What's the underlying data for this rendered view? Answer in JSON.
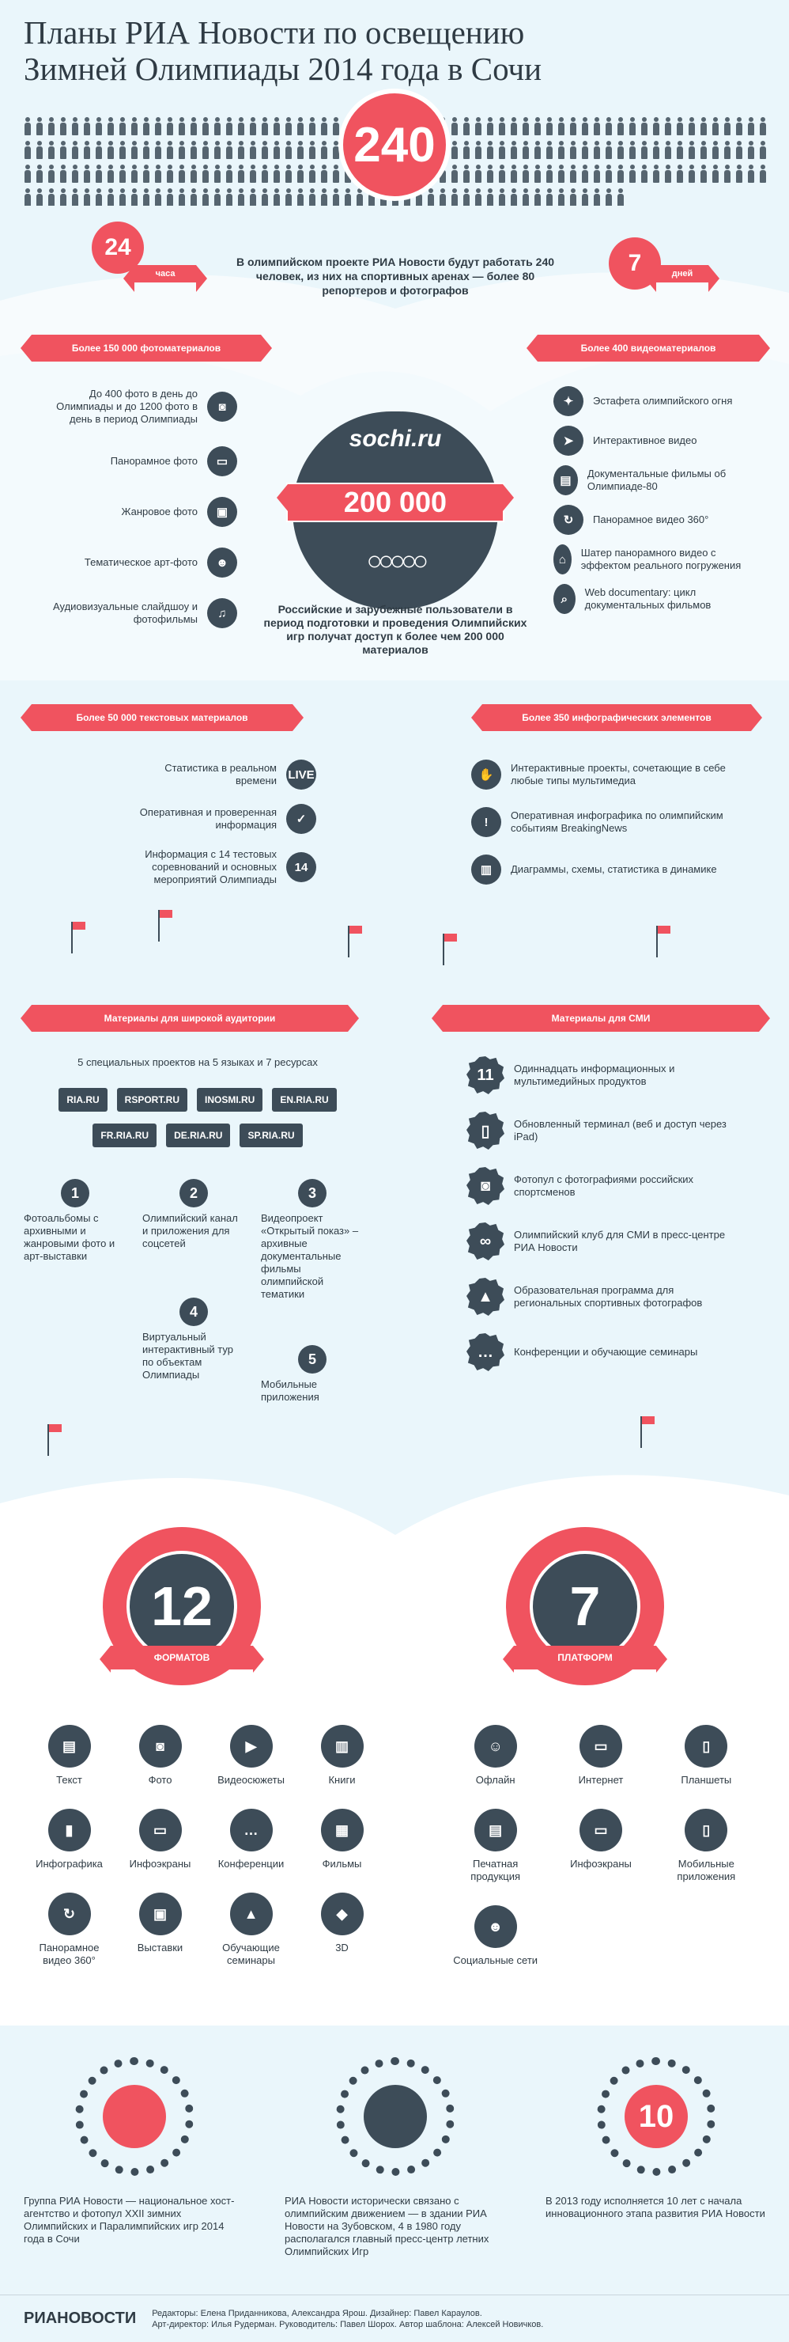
{
  "title_line1": "Планы РИА Новости по освещению",
  "title_line2": "Зимней Олимпиады 2014 года в Сочи",
  "staff": {
    "number": "240",
    "days_number": "24",
    "days_label": "часа",
    "period_number": "7",
    "period_label": "дней",
    "text": "В олимпийском проекте РИА Новости будут работать 240 человек, из них на спортивных аренах — более 80 репортеров и фотографов"
  },
  "photo": {
    "banner": "Более 150 000 фотоматериалов",
    "items": [
      {
        "label": "До 400 фото в день до Олимпиады и до 1200 фото в день в период Олимпиады",
        "icon": "camera-icon",
        "glyph": "◙"
      },
      {
        "label": "Панорамное фото",
        "icon": "panorama-icon",
        "glyph": "▭"
      },
      {
        "label": "Жанровое фото",
        "icon": "picture-icon",
        "glyph": "▣"
      },
      {
        "label": "Тематическое арт-фото",
        "icon": "portrait-icon",
        "glyph": "☻"
      },
      {
        "label": "Аудиовизуальные слайдшоу и фотофильмы",
        "icon": "music-icon",
        "glyph": "♫"
      }
    ]
  },
  "video": {
    "banner": "Более 400 видеоматериалов",
    "items": [
      {
        "label": "Эстафета олимпийского огня",
        "icon": "runner-icon",
        "glyph": "✦"
      },
      {
        "label": "Интерактивное видео",
        "icon": "cursor-icon",
        "glyph": "➤"
      },
      {
        "label": "Документальные фильмы об Олимпиаде-80",
        "icon": "film-icon",
        "glyph": "▤"
      },
      {
        "label": "Панорамное видео 360°",
        "icon": "rotate-icon",
        "glyph": "↻"
      },
      {
        "label": "Шатер панорамного видео с эффектом реального погружения",
        "icon": "tent-icon",
        "glyph": "⌂"
      },
      {
        "label": "Web documentary: цикл документальных фильмов",
        "icon": "search-icon",
        "glyph": "⌕"
      }
    ]
  },
  "center": {
    "logo": "sochi.ru",
    "number": "200 000",
    "text": "Российские и зарубежные пользователи в период подготовки и проведения Олимпийских игр получат доступ к более чем 200 000 материалов"
  },
  "text_materials": {
    "banner": "Более 50 000 текстовых материалов",
    "items": [
      {
        "label": "Статистика в реальном времени",
        "glyph": "LIVE",
        "icon": "live-icon"
      },
      {
        "label": "Оперативная и проверенная информация",
        "glyph": "✓",
        "icon": "check-icon"
      },
      {
        "label": "Информация с 14 тестовых соревнований и основных мероприятий Олимпиады",
        "glyph": "14",
        "icon": "number-14-icon"
      }
    ]
  },
  "infographics": {
    "banner": "Более 350 инфографических элементов",
    "items": [
      {
        "label": "Интерактивные проекты, сочетающие в себе любые типы мультимедиа",
        "glyph": "✋",
        "icon": "hand-icon"
      },
      {
        "label": "Оперативная инфографика по олимпийским событиям BreakingNews",
        "glyph": "!",
        "icon": "exclamation-icon"
      },
      {
        "label": "Диаграммы, схемы, статистика в динамике",
        "glyph": "▥",
        "icon": "bar-chart-icon"
      }
    ]
  },
  "audience": {
    "banner": "Материалы для широкой аудитории",
    "subtitle": "5 специальных проектов на 5 языках и 7 ресурсах",
    "sites_row1": [
      "RIA.RU",
      "RSPORT.RU",
      "INOSMI.RU",
      "EN.RIA.RU"
    ],
    "sites_row2": [
      "FR.RIA.RU",
      "DE.RIA.RU",
      "SP.RIA.RU"
    ],
    "projects": [
      {
        "n": "1",
        "label": "Фотоальбомы с архивными и жанровыми фото и арт-выставки"
      },
      {
        "n": "2",
        "label": "Олимпийский канал и приложения для соцсетей"
      },
      {
        "n": "3",
        "label": "Видеопроект «Открытый показ» – архивные документальные фильмы олимпийской тематики"
      },
      {
        "n": "4",
        "label": "Виртуальный интерактивный тур по объектам Олимпиады"
      },
      {
        "n": "5",
        "label": "Мобильные приложения"
      }
    ]
  },
  "media": {
    "banner": "Материалы для СМИ",
    "items": [
      {
        "label": "Одиннадцать информационных и мультимедийных продуктов",
        "glyph": "11",
        "icon": "number-11-icon"
      },
      {
        "label": "Обновленный терминал (веб и доступ через iPad)",
        "glyph": "▯",
        "icon": "tablet-icon"
      },
      {
        "label": "Фотопул с фотографиями российских спортсменов",
        "glyph": "◙",
        "icon": "camera-icon"
      },
      {
        "label": "Олимпийский клуб для СМИ в пресс-центре РИА Новости",
        "glyph": "∞",
        "icon": "olympic-rings-icon"
      },
      {
        "label": "Образовательная программа для региональных спортивных фотографов",
        "glyph": "▲",
        "icon": "graduation-cap-icon"
      },
      {
        "label": "Конференции и обучающие семинары",
        "glyph": "…",
        "icon": "speech-bubble-icon"
      }
    ]
  },
  "formats": {
    "number": "12",
    "label": "ФОРМАТОВ",
    "items": [
      {
        "label": "Текст",
        "glyph": "▤",
        "icon": "document-icon"
      },
      {
        "label": "Фото",
        "glyph": "◙",
        "icon": "camera-icon"
      },
      {
        "label": "Видеосюжеты",
        "glyph": "▶",
        "icon": "video-icon"
      },
      {
        "label": "Книги",
        "glyph": "▥",
        "icon": "book-icon"
      },
      {
        "label": "Инфографика",
        "glyph": "▮",
        "icon": "bar-chart-icon"
      },
      {
        "label": "Инфоэкраны",
        "glyph": "▭",
        "icon": "monitor-icon"
      },
      {
        "label": "Конференции",
        "glyph": "…",
        "icon": "speech-bubble-icon"
      },
      {
        "label": "Фильмы",
        "glyph": "▦",
        "icon": "film-icon"
      },
      {
        "label": "Панорамное видео 360°",
        "glyph": "↻",
        "icon": "rotate-icon"
      },
      {
        "label": "Выставки",
        "glyph": "▣",
        "icon": "easel-icon"
      },
      {
        "label": "Обучающие семинары",
        "glyph": "▲",
        "icon": "graduation-cap-icon"
      },
      {
        "label": "3D",
        "glyph": "◆",
        "icon": "cube-icon"
      }
    ]
  },
  "platforms": {
    "number": "7",
    "label": "ПЛАТФОРМ",
    "items": [
      {
        "label": "Офлайн",
        "glyph": "☺",
        "icon": "reader-icon"
      },
      {
        "label": "Интернет",
        "glyph": "▭",
        "icon": "laptop-icon"
      },
      {
        "label": "Планшеты",
        "glyph": "▯",
        "icon": "tablet-icon"
      },
      {
        "label": "Печатная продукция",
        "glyph": "▤",
        "icon": "newspaper-icon"
      },
      {
        "label": "Инфоэкраны",
        "glyph": "▭",
        "icon": "monitor-icon"
      },
      {
        "label": "Мобильные приложения",
        "glyph": "▯",
        "icon": "phone-icon"
      },
      {
        "label": "Социальные сети",
        "glyph": "☻",
        "icon": "people-icon"
      }
    ]
  },
  "bottom": [
    {
      "label": "Группа РИА Новости — национальное хост-агентство и фотопул XXII зимних Олимпийских и Паралимпийских игр 2014 года в Сочи",
      "center": ""
    },
    {
      "label": "РИА Новости исторически связано с олимпийским движением — в здании РИА Новости на Зубовском, 4 в 1980 году располагался главный пресс-центр летних Олимпийских Игр",
      "center": ""
    },
    {
      "label": "В 2013 году исполняется 10 лет с начала инновационного этапа развития РИА Новости",
      "center": "10"
    }
  ],
  "footer": {
    "logo": "РИАНОВОСТИ",
    "credits1": "Редакторы: Елена Приданникова, Александра Ярош. Дизайнер: Павел Караулов.",
    "credits2": "Арт-директор: Илья Рудерман. Руководитель: Павел Шорох. Автор шаблона: Алексей Новичков."
  },
  "colors": {
    "accent": "#f0535f",
    "dark": "#3d4c58",
    "sky": "#eaf6fb"
  }
}
